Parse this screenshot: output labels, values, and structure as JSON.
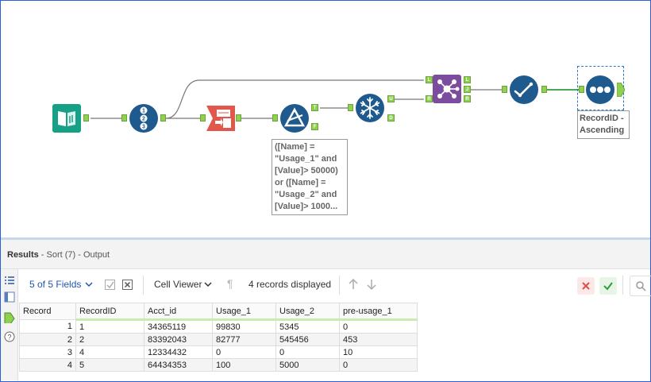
{
  "workflow": {
    "filter_annotation": "([Name] =\n\"Usage_1\" and\n[Value]> 50000)\nor ([Name] =\n\"Usage_2\" and\n[Value]> 1000...",
    "sort_annotation": "RecordID -\nAscending",
    "anchors": {
      "filter_true": "T",
      "filter_false": "F",
      "crosstab_unique": "U",
      "crosstab_duplicate": "D",
      "join_left_in": "L",
      "join_right_in": "R",
      "join_left_out": "L",
      "join_join_out": "J",
      "join_right_out": "R"
    },
    "colors": {
      "input": "#16a085",
      "record_id": "#1f5a8f",
      "transpose": "#e2574c",
      "filter": "#1f5a8f",
      "crosstab": "#1f5a8f",
      "join": "#7c4d9e",
      "select": "#1f5a8f",
      "sort": "#1f5a8f",
      "anchor": "#8fd14f"
    }
  },
  "results": {
    "title": "Results",
    "subtitle": " - Sort (7) - Output",
    "fields_label": "5 of 5 Fields",
    "viewer_label": "Cell Viewer",
    "records_label": "4 records displayed",
    "columns": [
      "Record",
      "RecordID",
      "Acct_id",
      "Usage_1",
      "Usage_2",
      "pre-usage_1"
    ],
    "rows": [
      [
        "1",
        "1",
        "34365119",
        "99830",
        "5345",
        "0"
      ],
      [
        "2",
        "2",
        "83392043",
        "82777",
        "545456",
        "453"
      ],
      [
        "3",
        "4",
        "12334432",
        "0",
        "0",
        "10"
      ],
      [
        "4",
        "5",
        "64434353",
        "100",
        "5000",
        "0"
      ]
    ]
  }
}
